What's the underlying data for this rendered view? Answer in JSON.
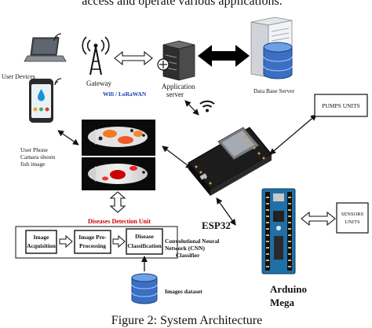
{
  "top_caption": "access and operate various applications.",
  "figure_caption": "Figure 2: System Architecture",
  "labels": {
    "user_devices": "User Devices",
    "gateway": "Gateway",
    "wifi_lora": "Wifi / LoRaWAN",
    "application": "Application",
    "server": "server",
    "database_server": "Data Base Server",
    "user_phone_l1": "User Phone",
    "user_phone_l2": "Camara shoots",
    "user_phone_l3": "fish image",
    "diseases_unit": "Diseases Detection Unit",
    "esp32": "ESP32",
    "pumps_units": "PUMPS UNITS",
    "sensors_l1": "SENSORS",
    "sensors_l2": "UNITS",
    "arduino_l1": "Arduino",
    "arduino_l2": "Mega",
    "cnn_l1": "Convolutional Neural",
    "cnn_l2": "Network (CNN)",
    "cnn_l3": "Classifier",
    "images_dataset": "Images dataset"
  },
  "pipeline": {
    "box1_l1": "Image",
    "box1_l2": "Acquisition",
    "box2_l1": "Image Pre-",
    "box2_l2": "Processing",
    "box3_l1": "Disease",
    "box3_l2": "Classification"
  },
  "colors": {
    "diseases_label": "#cc0000",
    "wifi_label": "#1a3fb0",
    "arduino_board": "#1f6fa8",
    "esp32_board": "#1c1c1c",
    "database": "#3a6fc4",
    "fish_bg": "#0a0a0a"
  },
  "icons": [
    "laptop-icon",
    "smartphone-icon",
    "gateway-antenna-icon",
    "application-server-icon",
    "database-server-icon",
    "wifi-icon",
    "esp32-board-icon",
    "arduino-mega-icon",
    "dataset-icon"
  ]
}
